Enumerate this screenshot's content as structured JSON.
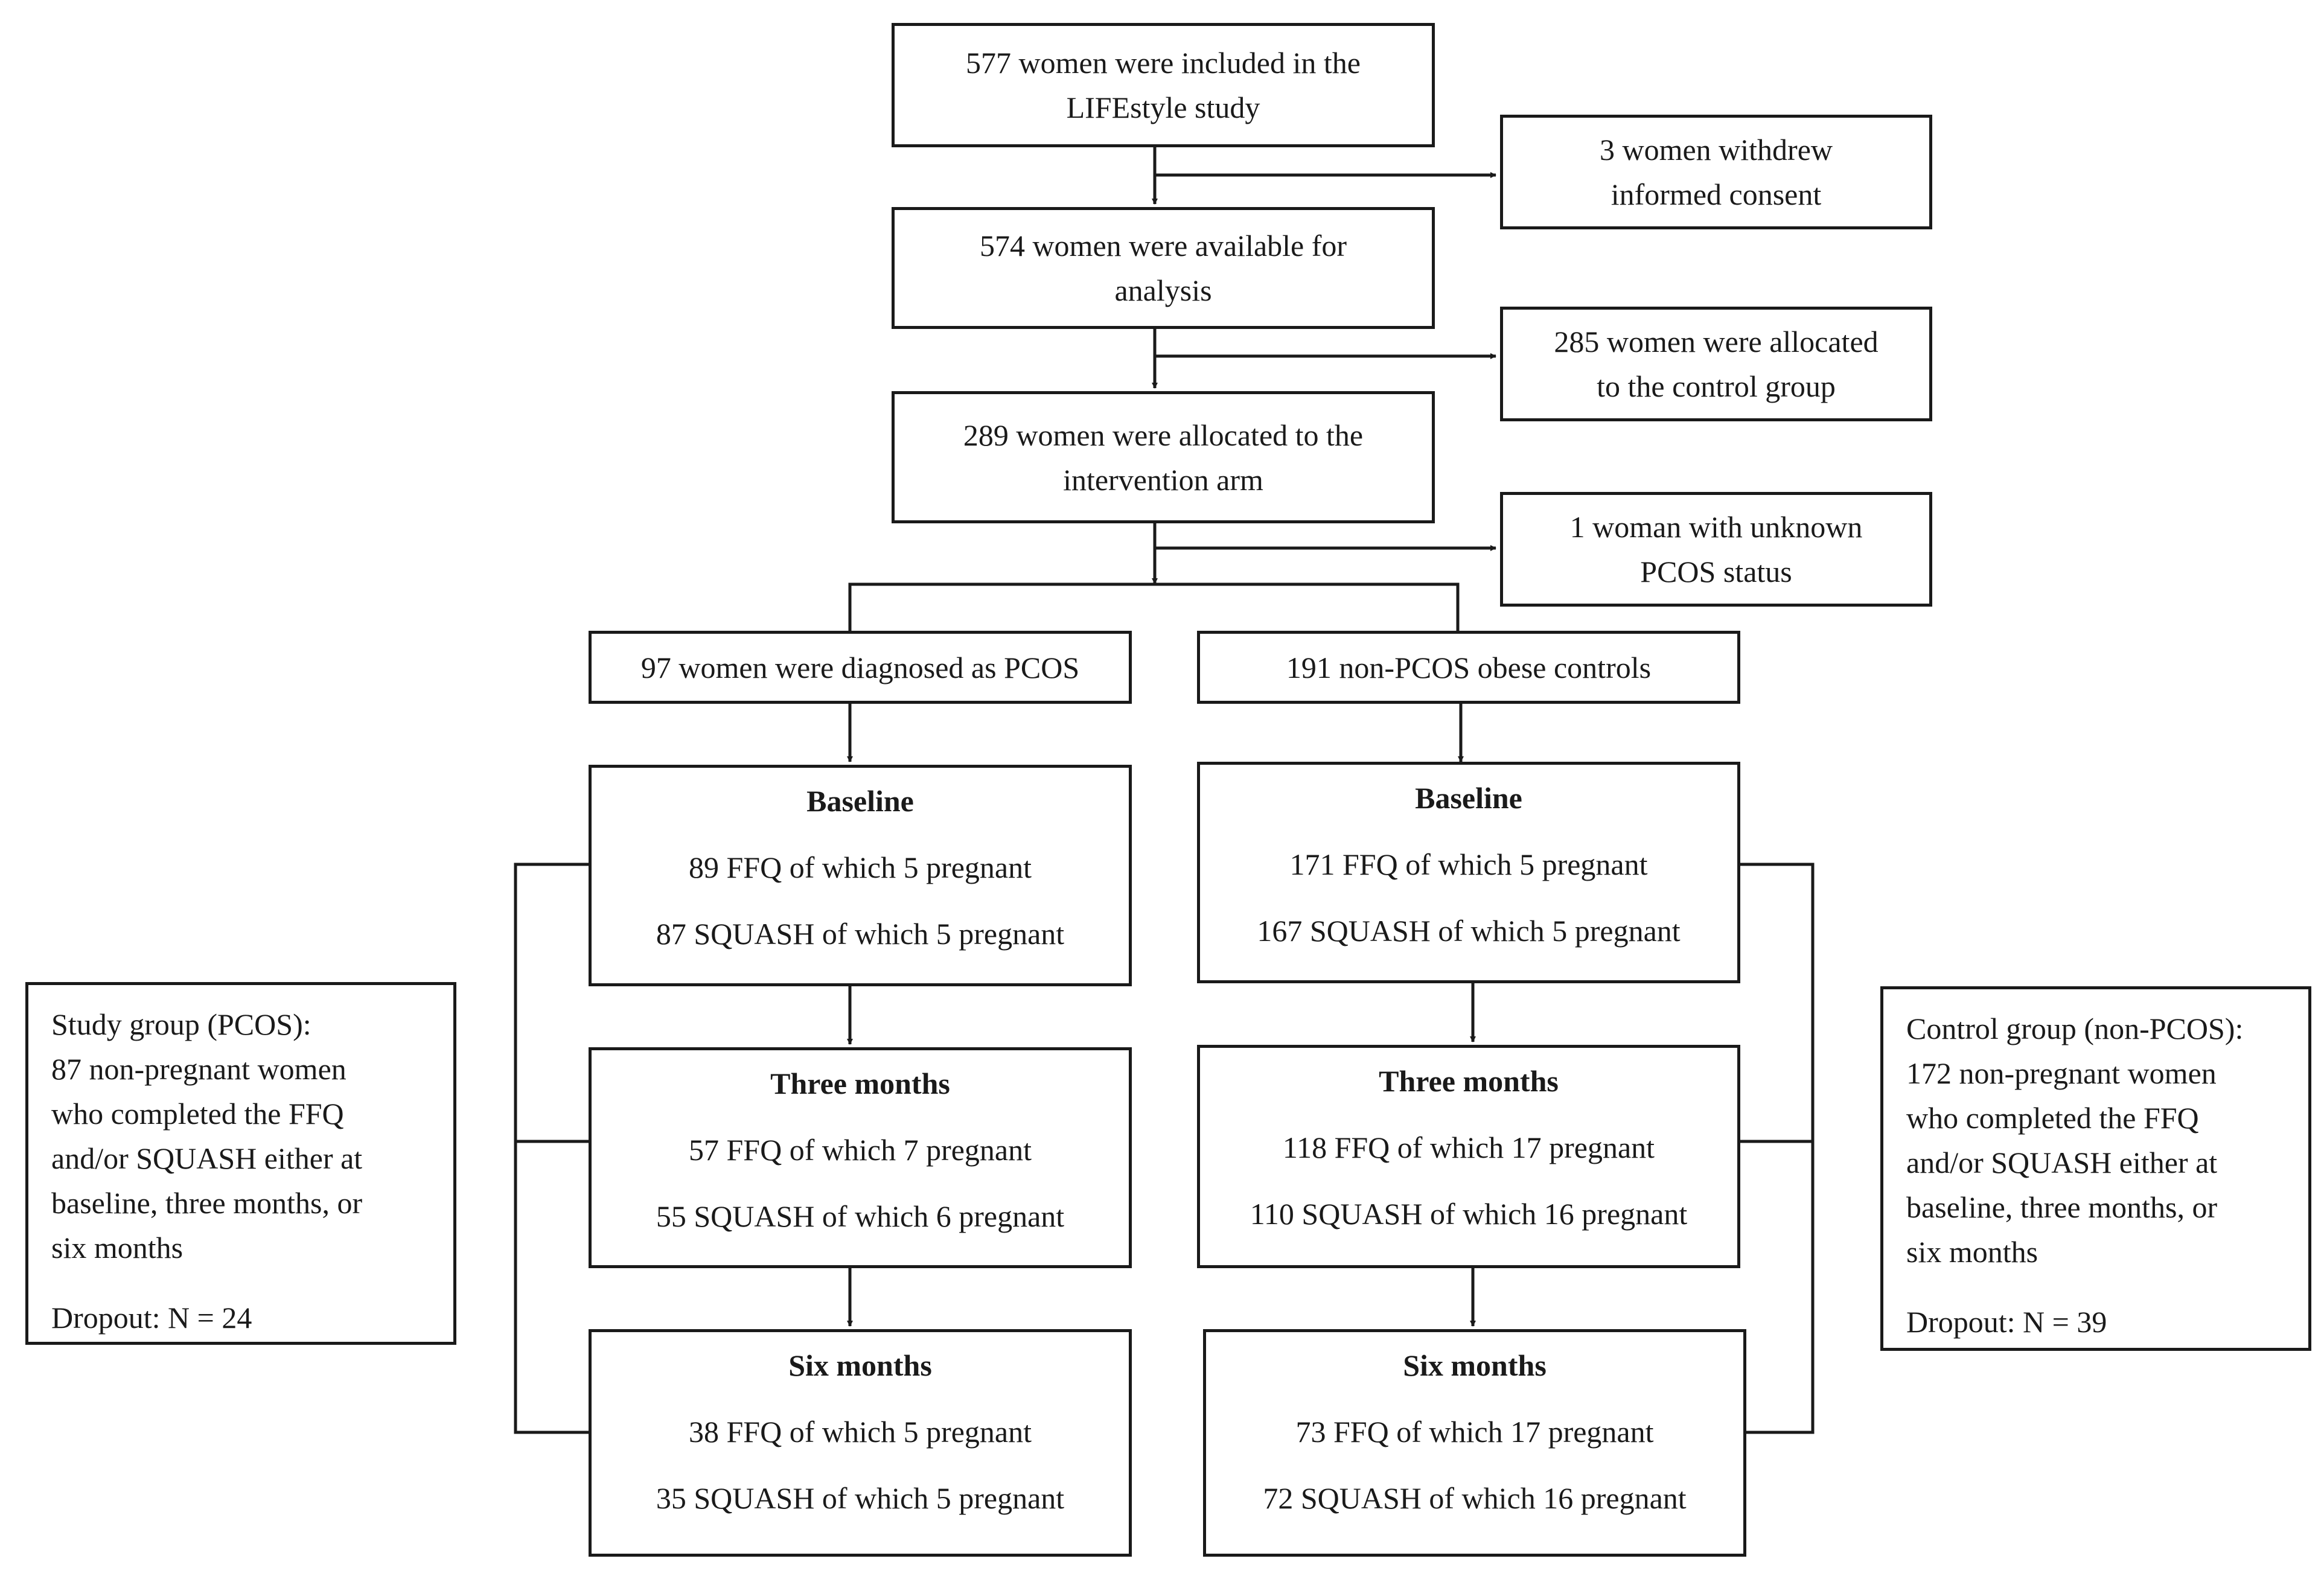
{
  "nodes": {
    "included": {
      "lines": [
        "577 women were included in the",
        "LIFEstyle study"
      ]
    },
    "withdrew": {
      "lines": [
        "3 women withdrew",
        "informed consent"
      ]
    },
    "available": {
      "lines": [
        "574 women were available for",
        "analysis"
      ]
    },
    "control_alloc": {
      "lines": [
        "285 women were allocated",
        "to the control group"
      ]
    },
    "intervention": {
      "lines": [
        "289 women were allocated to the",
        "intervention arm"
      ]
    },
    "unknown": {
      "lines": [
        "1 woman with unknown",
        "PCOS status"
      ]
    },
    "pcos": {
      "lines": [
        "97 women were diagnosed as PCOS"
      ]
    },
    "nonpcos": {
      "lines": [
        "191 non-PCOS obese controls"
      ]
    }
  },
  "pcos_stages": [
    {
      "title": "Baseline",
      "ffq": "89 FFQ of which 5 pregnant",
      "squash": "87 SQUASH of which 5 pregnant"
    },
    {
      "title": "Three months",
      "ffq": "57 FFQ of which 7 pregnant",
      "squash": "55 SQUASH of which 6 pregnant"
    },
    {
      "title": "Six months",
      "ffq": "38 FFQ of which 5 pregnant",
      "squash": "35 SQUASH of which 5 pregnant"
    }
  ],
  "control_stages": [
    {
      "title": "Baseline",
      "ffq": "171 FFQ of which 5 pregnant",
      "squash": "167 SQUASH of which 5 pregnant"
    },
    {
      "title": "Three months",
      "ffq": "118 FFQ of which 17 pregnant",
      "squash": "110 SQUASH of which 16 pregnant"
    },
    {
      "title": "Six months",
      "ffq": "73 FFQ of which 17 pregnant",
      "squash": "72 SQUASH of which 16 pregnant"
    }
  ],
  "study_group": {
    "lines": [
      "Study group (PCOS):",
      "87 non-pregnant women",
      "who completed the FFQ",
      "and/or SQUASH either at",
      "baseline, three months, or",
      "six months"
    ],
    "dropout": "Dropout: N = 24"
  },
  "control_group": {
    "lines": [
      "Control group (non-PCOS):",
      "172 non-pregnant women",
      "who completed the FFQ",
      "and/or SQUASH either at",
      "baseline, three months, or",
      "six months"
    ],
    "dropout": "Dropout: N = 39"
  }
}
